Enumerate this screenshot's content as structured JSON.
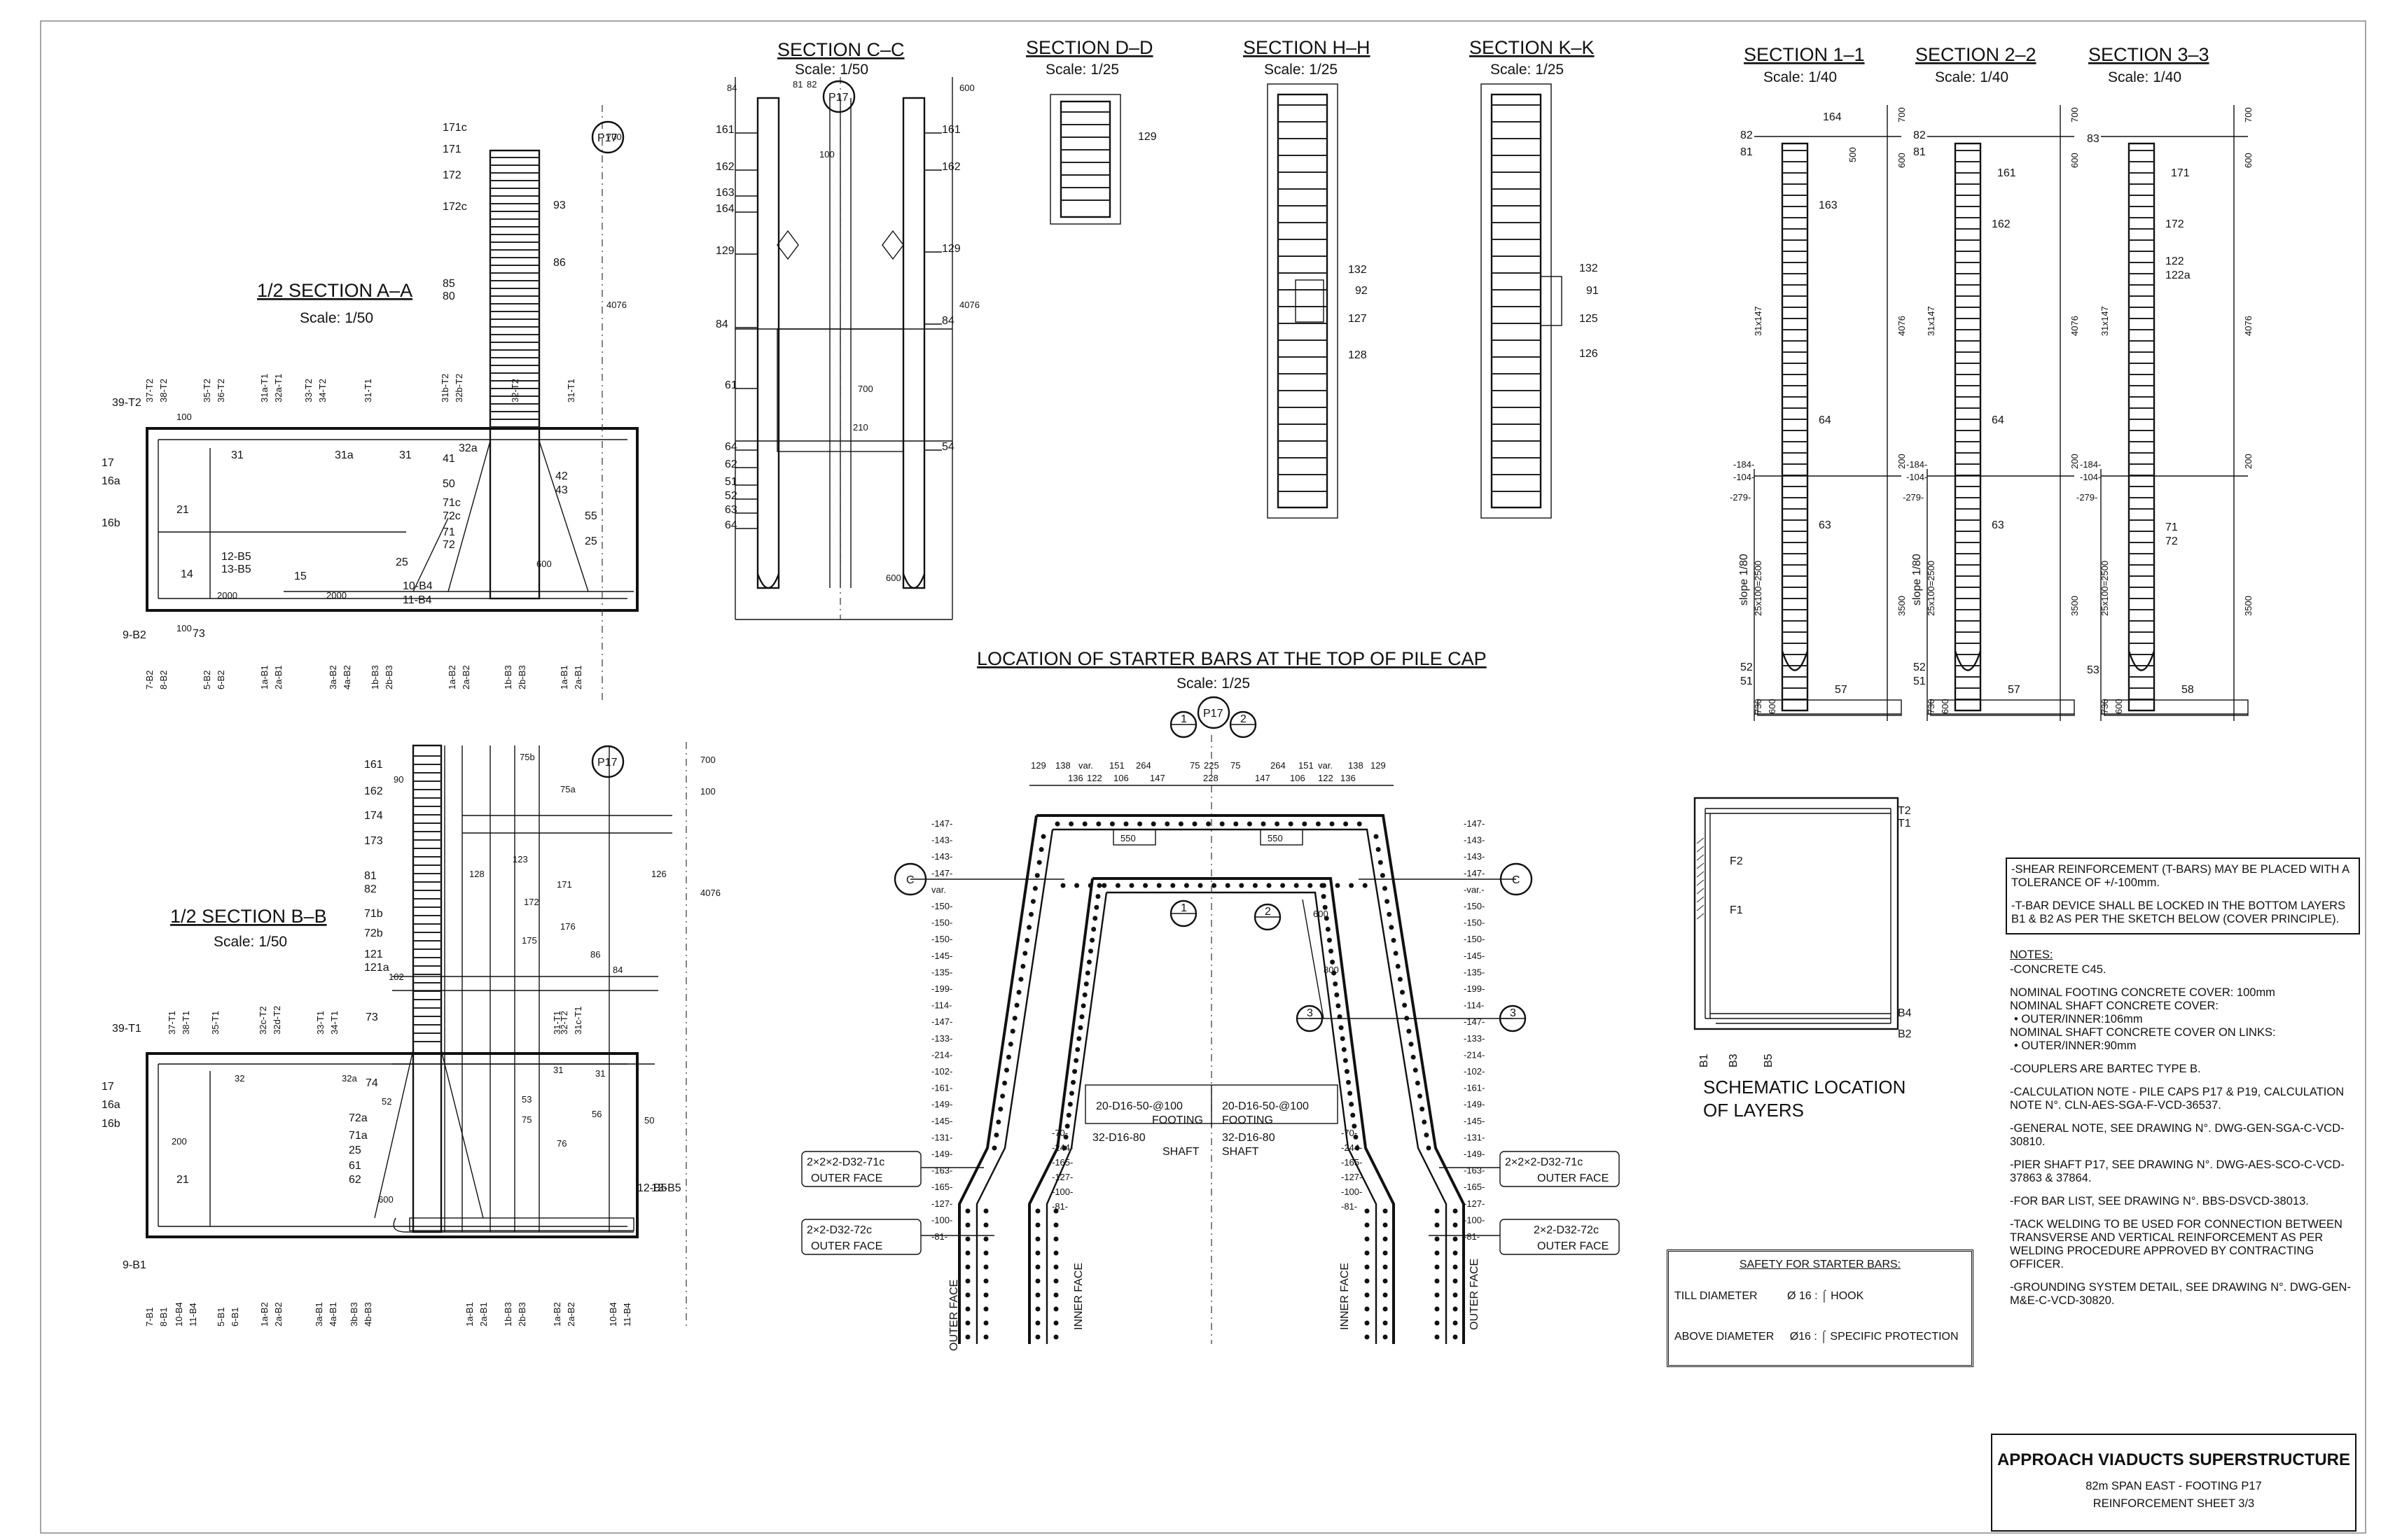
{
  "sections": {
    "half_aa": {
      "title": "1/2 SECTION A–A",
      "scale": "Scale: 1/50"
    },
    "cc": {
      "title": "SECTION C–C",
      "scale": "Scale: 1/50"
    },
    "dd": {
      "title": "SECTION D–D",
      "scale": "Scale: 1/25"
    },
    "hh": {
      "title": "SECTION H–H",
      "scale": "Scale: 1/25"
    },
    "kk": {
      "title": "SECTION K–K",
      "scale": "Scale: 1/25"
    },
    "s11": {
      "title": "SECTION 1–1",
      "scale": "Scale: 1/40"
    },
    "s22": {
      "title": "SECTION 2–2",
      "scale": "Scale: 1/40"
    },
    "s33": {
      "title": "SECTION 3–3",
      "scale": "Scale: 1/40"
    },
    "half_bb": {
      "title": "1/2 SECTION B–B",
      "scale": "Scale: 1/50"
    },
    "starter": {
      "title": "LOCATION OF STARTER BARS AT THE TOP OF PILE CAP",
      "scale": "Scale: 1/25"
    }
  },
  "markers": {
    "pier": "P17",
    "c": "C",
    "one": "1",
    "two": "2",
    "three": "3"
  },
  "aa_labels": {
    "l171c": "171c",
    "l171": "171",
    "l172": "172",
    "l172c": "172c",
    "l93": "93",
    "l86": "86",
    "l85": "85",
    "l80": "80",
    "l41": "41",
    "l50": "50",
    "l71c": "71c",
    "l72c": "72c",
    "l71": "71",
    "l72": "72",
    "l42": "42",
    "l43": "43",
    "l55": "55",
    "l25": "25",
    "l25b": "25",
    "l21": "21",
    "l31": "31",
    "l31a": "31a",
    "l31b": "31",
    "l32a": "32a",
    "l17": "17",
    "l16a": "16a",
    "l16b": "16b",
    "l14": "14",
    "l15": "15",
    "l1285": "12-B5",
    "l1385": "13-B5",
    "l1084": "10-B4",
    "l1184": "11-B4",
    "l3982": "39-T2",
    "l982": "9-B2",
    "d2000a": "2000",
    "d2000b": "2000",
    "d100a": "100",
    "d100b": "100",
    "d600": "600",
    "d4076": "4076",
    "d700": "700",
    "top1": "37-T2",
    "top2": "38-T2",
    "top3": "35-T2",
    "top4": "36-T2",
    "top5": "31a-T1",
    "top6": "32a-T1",
    "top7": "33-T2",
    "top8": "34-T2",
    "top9": "31-T1",
    "top10": "31b-T2",
    "top11": "32b-T2",
    "top12": "32-T2",
    "top13": "31-T1",
    "bot1": "7-B2",
    "bot2": "8-B2",
    "bot3": "5-B2",
    "bot4": "6-B2",
    "bot5": "1a-B1",
    "bot6": "2a-B1",
    "bot7": "3a-B2",
    "bot8": "4a-B2",
    "bot9": "1b-B3",
    "bot10": "2b-B3",
    "bot11": "1a-B2",
    "bot12": "2a-B2",
    "bot13": "1b-B3",
    "bot14": "2b-B3",
    "bot15": "1a-B1",
    "bot16": "2a-B1",
    "l73": "73",
    "l71b": "71"
  },
  "cc_labels": {
    "l161a": "161",
    "l162a": "162",
    "l163": "163",
    "l164": "164",
    "l129a": "129",
    "l84a": "84",
    "l61": "61",
    "l64a": "64",
    "l62": "62",
    "l51": "51",
    "l52": "52",
    "l63": "63",
    "l64b": "64",
    "l161b": "161",
    "l162b": "162",
    "l129b": "129",
    "l84b": "84",
    "l54": "54",
    "d700": "700",
    "d600": "600",
    "d100": "100",
    "d4076": "4076",
    "d84": "84",
    "d81": "81",
    "d82": "82",
    "d210": "210",
    "d600b": "600"
  },
  "dd_labels": {
    "l129": "129"
  },
  "hh_labels": {
    "l132": "132",
    "l92": "92",
    "l127": "127",
    "l128": "128"
  },
  "kk_labels": {
    "l132": "132",
    "l91": "91",
    "l125": "125",
    "l126": "126"
  },
  "s11_labels": {
    "l164": "164",
    "l82": "82",
    "l81": "81",
    "l163": "163",
    "l64": "64",
    "l63": "63",
    "l52": "52",
    "l51": "51",
    "l57": "57",
    "slope": "slope 1/80",
    "d31x147": "31x147",
    "d4076": "4076",
    "d25x100": "25x100=2500",
    "d3500": "3500",
    "d700": "700",
    "d600": "600",
    "d730": "730",
    "d200": "200",
    "m184": "-184-",
    "m104": "-104-",
    "m279": "-279-",
    "d500": "500"
  },
  "s22_labels": {
    "l82": "82",
    "l81": "81",
    "l161": "161",
    "l162": "162",
    "l64": "64",
    "l63": "63",
    "l52": "52",
    "l51": "51",
    "l57": "57",
    "slope": "slope 1/80",
    "d31x147": "31x147",
    "d4076": "4076",
    "d25x100": "25x100=2500",
    "d3500": "3500",
    "d700": "700",
    "d600": "600",
    "d730": "730",
    "d200": "200",
    "m184": "-184-",
    "m104": "-104-",
    "m279": "-279-"
  },
  "s33_labels": {
    "l83": "83",
    "l171": "171",
    "l172": "172",
    "l122": "122",
    "l122a": "122a",
    "l71": "71",
    "l72": "72",
    "l53": "53",
    "l58": "58",
    "d31x147": "31x147",
    "d4076": "4076",
    "d25x100": "25x100=2500",
    "d3500": "3500",
    "d700": "700",
    "d600": "600",
    "d730": "730",
    "d200": "200",
    "m184": "-184-",
    "m104": "-104-",
    "m279": "-279-"
  },
  "bb_labels": {
    "l161": "161",
    "l162": "162",
    "l174": "174",
    "l173": "173",
    "l81": "81",
    "l82": "82",
    "l71b": "71b",
    "l72b": "72b",
    "l121": "121",
    "l121a": "121a",
    "l102": "102",
    "l90": "90",
    "l73": "73",
    "l74": "74",
    "l52": "52",
    "l72a": "72a",
    "l71a": "71a",
    "l25": "25",
    "l61": "61",
    "l62": "62",
    "l21": "21",
    "l17": "17",
    "l16a": "16a",
    "l16b": "16b",
    "l3981": "39-T1",
    "l981": "9-B1",
    "l75b": "75b",
    "l75a": "75a",
    "l128": "128",
    "l123": "123",
    "l176": "176",
    "l175": "175",
    "l171": "171",
    "l172": "172",
    "l31": "31",
    "l31b": "31",
    "l32": "32",
    "l32a": "32a",
    "l53": "53",
    "l75": "75",
    "l76": "76",
    "l50": "50",
    "l56": "56",
    "l86": "86",
    "l84": "84",
    "l126": "126",
    "top1": "37-T1",
    "top2": "38-T1",
    "top3": "35-T1",
    "top4": "32c-T2",
    "top5": "32d-T2",
    "top6": "33-T1",
    "top7": "34-T1",
    "top8": "31-T1",
    "top9": "32-T2",
    "top10": "31c-T1",
    "bot1": "7-B1",
    "bot2": "8-B1",
    "bot3": "10-B4",
    "bot4": "11-B4",
    "bot5": "5-B1",
    "bot6": "6-B1",
    "bot7": "1a-B2",
    "bot8": "2a-B2",
    "bot9": "3a-B1",
    "bot10": "4a-B1",
    "bot11": "3b-B3",
    "bot12": "4b-B3",
    "bot13": "1a-B1",
    "bot14": "2a-B1",
    "bot15": "1b-B3",
    "bot16": "2b-B3",
    "bot17": "1a-B2",
    "bot18": "2a-B2",
    "bot19": "10-B4",
    "bot20": "11-B4",
    "l12b5": "12-B5",
    "l13b5": "13-B5",
    "d600": "600",
    "d700": "700",
    "d4076": "4076",
    "d100": "100",
    "d200": "200"
  },
  "starter_labels": {
    "dims_top": [
      "129",
      "138",
      "var.",
      "151",
      "264",
      "75",
      "225",
      "75",
      "264",
      "151",
      "var.",
      "138",
      "129"
    ],
    "dims_top2": [
      "136",
      "122",
      "106",
      "147",
      "228",
      "147",
      "106",
      "122",
      "136"
    ],
    "left_ticks": [
      "-147-",
      "-143-",
      "-143-",
      "-147-",
      "var.",
      "-150-",
      "-150-",
      "-150-",
      "-145-",
      "-135-",
      "-199-",
      "-114-",
      "-147-",
      "-133-",
      "-214-",
      "-102-",
      "-161-",
      "-149-",
      "-145-",
      "-131-",
      "-149-",
      "-163-",
      "-165-",
      "-127-",
      "-100-",
      "-81-"
    ],
    "right_ticks": [
      "-147-",
      "-143-",
      "-143-",
      "-147-",
      "-var.-",
      "-150-",
      "-150-",
      "-150-",
      "-145-",
      "-135-",
      "-199-",
      "-114-",
      "-147-",
      "-133-",
      "-214-",
      "-102-",
      "-161-",
      "-149-",
      "-145-",
      "-131-",
      "-149-",
      "-163-",
      "-165-",
      "-127-",
      "-100-",
      "-81-"
    ],
    "inner_ticks_l": [
      "-70-",
      "-244-",
      "-165-",
      "-127-",
      "-100-",
      "-81-"
    ],
    "inner_ticks_r": [
      "-70-",
      "-244-",
      "-165-",
      "-127-",
      "-100-",
      "-81-"
    ],
    "d550a": "550",
    "d550b": "550",
    "d600": "600",
    "d800": "800",
    "footing_l1": "20-D16-50-@100",
    "footing_l2": "FOOTING",
    "shaft_l1": "32-D16-80",
    "shaft_l2": "SHAFT",
    "footing_r1": "20-D16-50-@100",
    "footing_r2": "FOOTING",
    "shaft_r1": "32-D16-80",
    "shaft_r2": "SHAFT",
    "box_l1a": "2×2×2-D32-71c",
    "box_l1b": "OUTER FACE",
    "box_l2a": "2×2-D32-72c",
    "box_l2b": "OUTER FACE",
    "box_r1a": "2×2×2-D32-71c",
    "box_r1b": "OUTER FACE",
    "box_r2a": "2×2-D32-72c",
    "box_r2b": "OUTER FACE",
    "outer_face_l": "OUTER FACE",
    "inner_face_l": "INNER FACE",
    "inner_face_r": "INNER FACE",
    "outer_face_r": "OUTER FACE"
  },
  "schematic": {
    "t2": "T2",
    "t1": "T1",
    "f2": "F2",
    "f1": "F1",
    "b4": "B4",
    "b2": "B2",
    "b1": "B1",
    "b3": "B3",
    "b5": "B5",
    "caption1": "SCHEMATIC LOCATION",
    "caption2": "OF LAYERS"
  },
  "notes": {
    "shear": "-SHEAR REINFORCEMENT (T-BARS) MAY BE PLACED WITH A TOLERANCE OF +/-100mm.",
    "tbar": "-T-BAR DEVICE SHALL BE LOCKED IN THE BOTTOM LAYERS B1 & B2 AS PER THE SKETCH BELOW (COVER PRINCIPLE).",
    "heading": "NOTES:",
    "concrete": "-CONCRETE  C45.",
    "cover1": "NOMINAL FOOTING CONCRETE COVER: 100mm",
    "cover2": "NOMINAL SHAFT CONCRETE COVER:",
    "cover3": "•     OUTER/INNER:106mm",
    "cover4": "NOMINAL SHAFT CONCRETE COVER ON LINKS:",
    "cover5": "•     OUTER/INNER:90mm",
    "couplers": "-COUPLERS ARE BARTEC TYPE B.",
    "calc": "-CALCULATION NOTE - PILE CAPS P17 & P19, CALCULATION NOTE N°. CLN-AES-SGA-F-VCD-36537.",
    "general": "-GENERAL NOTE, SEE DRAWING N°. DWG-GEN-SGA-C-VCD-30810.",
    "pier": "-PIER SHAFT P17, SEE DRAWING N°. DWG-AES-SCO-C-VCD-37863 & 37864.",
    "barlist": "-FOR BAR LIST, SEE DRAWING N°. BBS-DSVCD-38013.",
    "tack": "-TACK WELDING TO BE USED FOR CONNECTION BETWEEN TRANSVERSE AND VERTICAL REINFORCEMENT AS PER WELDING PROCEDURE APPROVED BY CONTRACTING OFFICER.",
    "ground": "-GROUNDING SYSTEM DETAIL, SEE DRAWING N°. DWG-GEN-M&E-C-VCD-30820."
  },
  "safety": {
    "title": "SAFETY FOR STARTER BARS:",
    "till": "TILL DIAMETER",
    "till_d": "Ø 16 :",
    "till_v": "HOOK",
    "above": "ABOVE DIAMETER",
    "above_d": "Ø16 :",
    "above_v": "SPECIFIC PROTECTION"
  },
  "title_block": {
    "title": "APPROACH VIADUCTS SUPERSTRUCTURE",
    "line1": "82m SPAN EAST - FOOTING P17",
    "line2": "REINFORCEMENT  SHEET 3/3"
  }
}
